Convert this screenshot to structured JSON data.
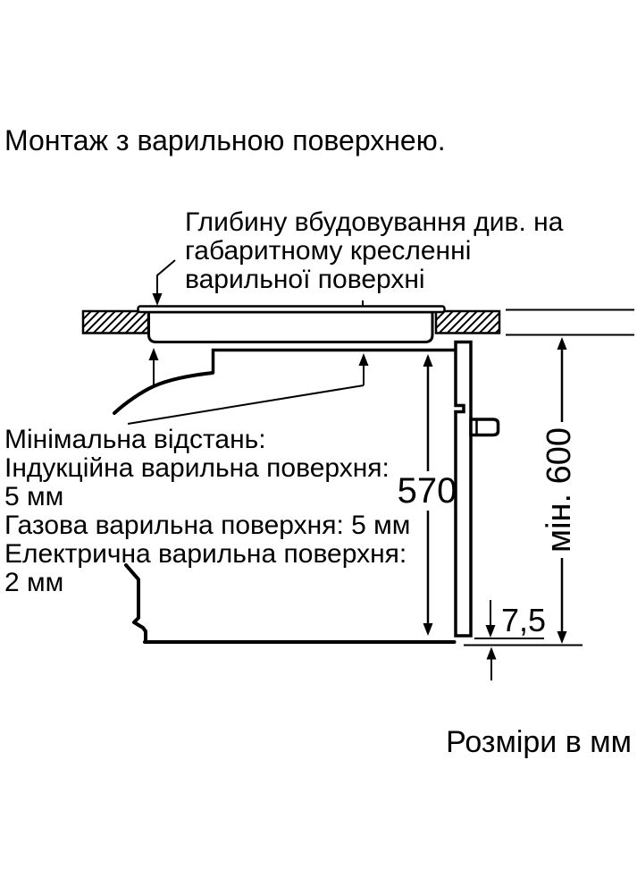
{
  "page": {
    "background_color": "#ffffff",
    "line_color": "#000000"
  },
  "title": "Монтаж з варильною поверхнею.",
  "annotation_hob_depth": {
    "line1": "Глибину вбудовування див. на",
    "line2": "габаритному кресленні",
    "line3": "варильної поверхні"
  },
  "min_distance_note": {
    "line1": "Мінімальна відстань:",
    "line2": "Індукційна варильна поверхня:",
    "line3": "5 мм",
    "line4": "Газова варильна поверхня: 5 мм",
    "line5": "Електрична варильна поверхня:",
    "line6": "2 мм"
  },
  "dimensions": {
    "oven_height": "570",
    "niche_min_height": "мін. 600",
    "bottom_overlap": "7,5"
  },
  "footer_note": "Розміри в мм"
}
